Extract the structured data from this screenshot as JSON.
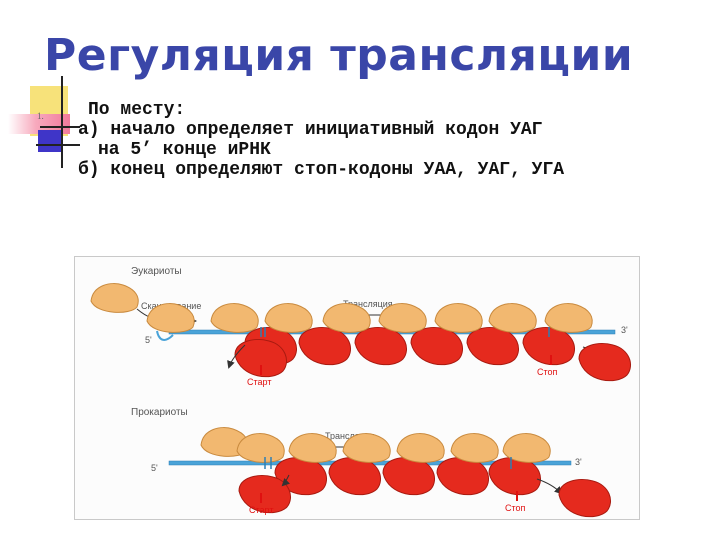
{
  "slide": {
    "title": "Регуляция трансляции",
    "bullet_number": "1.",
    "lines": [
      "По месту:",
      "а) начало определяет инициативный кодон УАГ",
      "на 5’ конце иРНК",
      "б) конец определяют стоп-кодоны УАА, УАГ, УГА"
    ]
  },
  "diagram": {
    "eukaryotes_label": "Эукариоты",
    "scanning_label": "Сканирование",
    "translation_label_1": "Трансляция",
    "prokaryotes_label": "Прокариоты",
    "translation_label_2": "Трансляция",
    "five_prime": "5'",
    "three_prime": "3'",
    "start_label": "Старт",
    "stop_label": "Стоп"
  },
  "colors": {
    "title": "#3a46a8",
    "ribosome_small": "#f2b870",
    "ribosome_large": "#e52a1e",
    "mrna": "#4aa3d8",
    "label_red": "#e01010"
  }
}
